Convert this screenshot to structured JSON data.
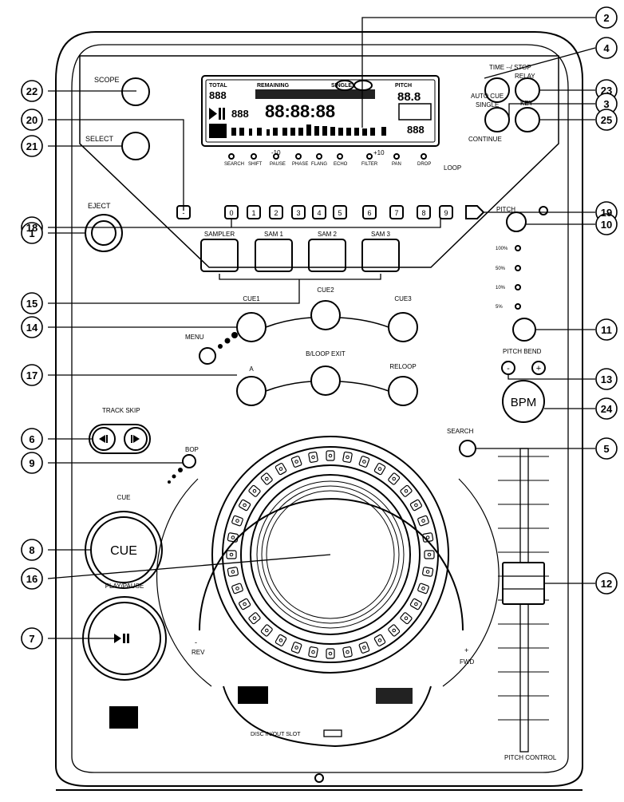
{
  "callouts": [
    "2",
    "4",
    "22",
    "23",
    "3",
    "20",
    "21",
    "25",
    "19",
    "18",
    "10",
    "1",
    "15",
    "14",
    "11",
    "17",
    "13",
    "6",
    "24",
    "9",
    "5",
    "8",
    "16",
    "12",
    "7"
  ],
  "panel_labels": {
    "scope": "SCOPE",
    "select": "SELECT",
    "eject": "EJECT",
    "time_stop": "TIME --/ STOP",
    "relay": "RELAY",
    "auto_cue": "AUTO CUE",
    "single": "SINGLE",
    "continue": "CONTINUE",
    "key": "KEY",
    "pitch": "PITCH",
    "loop": "LOOP",
    "minus10": "-10",
    "plus10": "+10",
    "pitch_pct": [
      "100%",
      "50%",
      "10%",
      "5%"
    ],
    "pitch_bend": "PITCH BEND",
    "bpm": "BPM",
    "search": "SEARCH",
    "menu": "MENU",
    "track_skip": "TRACK SKIP",
    "bop": "BOP",
    "cue_small": "CUE",
    "cue_big": "CUE",
    "play_pause": "PLAY/PAUSE",
    "rev": "REV",
    "fwd": "FWD",
    "pitch_control": "PITCH CONTROL",
    "disc_slot": "DISC IN/OUT SLOT",
    "a": "A",
    "bloop_exit": "B/LOOP EXIT",
    "reloop": "RELOOP",
    "cue1": "CUE1",
    "cue2": "CUE2",
    "cue3": "CUE3",
    "minus": "-",
    "plus": "+"
  },
  "sampler_buttons": [
    "SAMPLER",
    "SAM 1",
    "SAM 2",
    "SAM 3"
  ],
  "effect_labels": [
    "SEARCH",
    "SHIFT",
    "PAUSE",
    "PHASE",
    "FLANG",
    "ECHO",
    "FILTER",
    "PAN",
    "DROP"
  ],
  "effect_keys": [
    "0",
    "1",
    "2",
    "3",
    "4",
    "5",
    "6",
    "7",
    "8",
    "9"
  ],
  "display": {
    "top_left": "TOTAL",
    "remain": "REMAINING",
    "single_txt": "SINGLE",
    "pitch_txt": "PITCH",
    "digits_a": "888",
    "digits_b": "888",
    "time": "88:88:88",
    "pitch_val": "88.8",
    "bpm_val": "888"
  }
}
